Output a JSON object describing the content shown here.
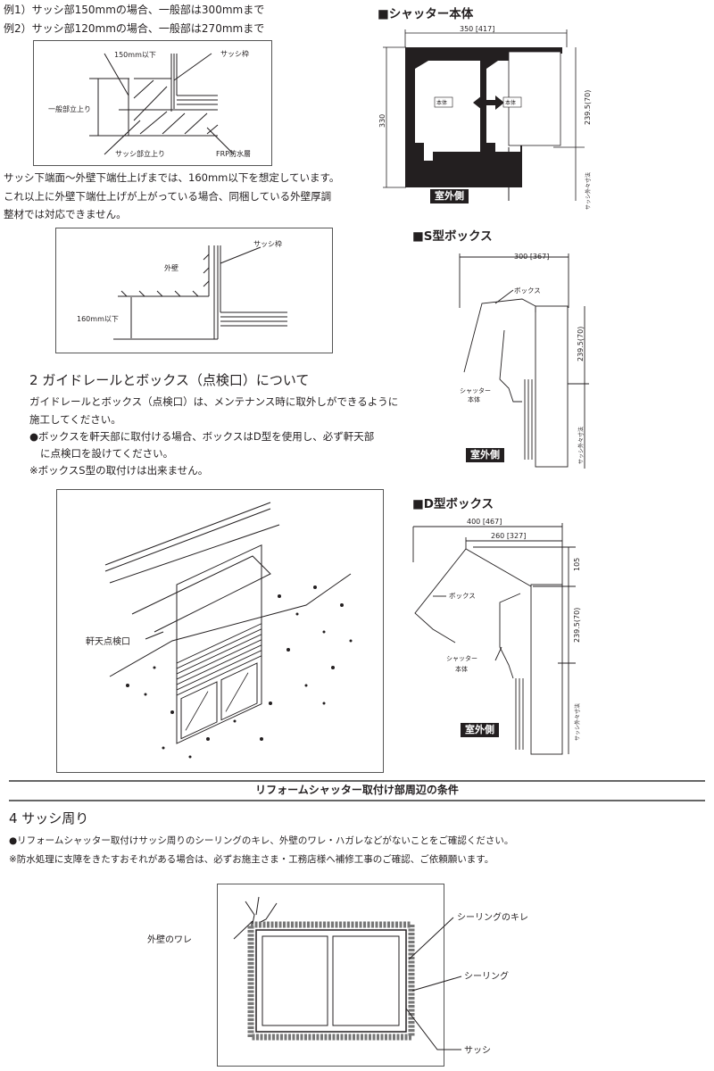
{
  "section1": {
    "example1": "例1）サッシ部150mmの場合、一般部は300mmまで",
    "example2": "例2）サッシ部120mmの場合、一般部は270mmまで",
    "fig1": {
      "label_150": "150mm以下",
      "label_sash_frame": "サッシ枠",
      "label_general": "一般部立上り",
      "label_sash_rise": "サッシ部立上り",
      "label_frp": "FRP防水層"
    },
    "para": [
      "サッシ下端面～外壁下端仕上げまでは、160mm以下を想定しています。",
      "これ以上に外壁下端仕上げが上がっている場合、同梱している外壁厚調",
      "整材では対応できません。"
    ],
    "fig2": {
      "label_sash_frame": "サッシ枠",
      "label_wall": "外壁",
      "label_160": "160mm以下"
    }
  },
  "section2": {
    "heading": "2 ガイドレールとボックス（点検口）について",
    "lines": [
      "ガイドレールとボックス（点検口）は、メンテナンス時に取外しができるように",
      "施工してください。",
      "●ボックスを軒天部に取付ける場合、ボックスはD型を使用し、必ず軒天部",
      "に点検口を設けてください。",
      "※ボックスS型の取付けは出来ません。"
    ],
    "illustration_label": "軒天点検口"
  },
  "shutter_body": {
    "title": "■シャッター本体",
    "width": "350 [417]",
    "height": "330",
    "dim_right": "239.5(70)",
    "sash_outer": "サッシ外々寸法",
    "body_label": "本体",
    "outdoor": "室外側"
  },
  "s_box": {
    "title": "■S型ボックス",
    "width": "300 [367]",
    "box_label": "ボックス",
    "shutter_label": "シャッター",
    "body_label": "本体",
    "dim_right": "239.5(70)",
    "sash_outer": "サッシ外々寸法",
    "outdoor": "室外側"
  },
  "d_box": {
    "title": "■D型ボックス",
    "width_outer": "400 [467]",
    "width_inner": "260 [327]",
    "dim_105": "105",
    "dim_right": "239.5(70)",
    "box_label": "ボックス",
    "shutter_label": "シャッター",
    "body_label": "本体",
    "sash_outer": "サッシ外々寸法",
    "outdoor": "室外側"
  },
  "conditions": {
    "banner": "リフォームシャッター取付け部周辺の条件",
    "heading": "4 サッシ周り",
    "line1": "●リフォームシャッター取付けサッシ周りのシーリングのキレ、外壁のワレ・ハガレなどがないことをご確認ください。",
    "line2": "※防水処理に支障をきたすおそれがある場合は、必ずお施主さま・工務店様へ補修工事のご確認、ご依頼願います。",
    "fig": {
      "wall_crack": "外壁のワレ",
      "sealing_break": "シーリングのキレ",
      "sealing": "シーリング",
      "sash": "サッシ"
    }
  }
}
